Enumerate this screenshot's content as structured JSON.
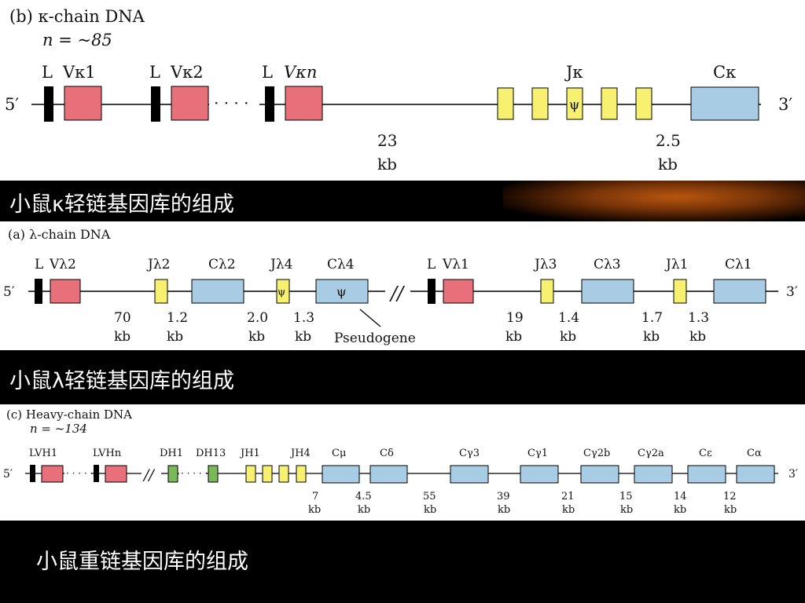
{
  "kappa": {
    "title": "(b) κ-chain DNA",
    "n_label": "n = ~85",
    "five_prime": "5′",
    "three_prime": "3′",
    "ellipsis": "· · · ·",
    "genes": [
      {
        "leader": "L",
        "label": "Vκ1"
      },
      {
        "leader": "L",
        "label": "Vκ2"
      },
      {
        "leader": "L",
        "label": "Vκn"
      }
    ],
    "j_label": "Jκ",
    "j_pseudo": "ψ",
    "c_label": "Cκ",
    "distances": [
      {
        "value": "23",
        "unit": "kb"
      },
      {
        "value": "2.5",
        "unit": "kb"
      }
    ],
    "caption": "小鼠κ轻链基因库的组成"
  },
  "lambda": {
    "title": "(a) λ-chain DNA",
    "five_prime": "5′",
    "three_prime": "3′",
    "break_mark": "//",
    "leader": "L",
    "labels": {
      "v2": "Vλ2",
      "j2": "Jλ2",
      "c2": "Cλ2",
      "j4": "Jλ4",
      "c4": "Cλ4",
      "v1": "Vλ1",
      "j3": "Jλ3",
      "c3": "Cλ3",
      "j1": "Jλ1",
      "c1": "Cλ1"
    },
    "pseudo": "ψ",
    "distances": [
      {
        "value": "70",
        "unit": "kb"
      },
      {
        "value": "1.2",
        "unit": "kb"
      },
      {
        "value": "2.0",
        "unit": "kb"
      },
      {
        "value": "1.3",
        "unit": "kb"
      },
      {
        "value": "19",
        "unit": "kb"
      },
      {
        "value": "1.4",
        "unit": "kb"
      },
      {
        "value": "1.7",
        "unit": "kb"
      },
      {
        "value": "1.3",
        "unit": "kb"
      }
    ],
    "pseudogene_label": "Pseudogene",
    "caption": "小鼠λ轻链基因库的组成"
  },
  "heavy": {
    "title": "(c) Heavy-chain DNA",
    "n_label": "n = ~134",
    "five_prime": "5′",
    "three_prime": "3′",
    "break_mark": "//",
    "dots": "· · · · ·",
    "labels": {
      "lv1": "LVH1",
      "lvn": "LVHn",
      "dh1": "DH1",
      "dh13": "DH13",
      "jh1": "JH1",
      "jh4": "JH4"
    },
    "constants": [
      "Cμ",
      "Cδ",
      "Cγ3",
      "Cγ1",
      "Cγ2b",
      "Cγ2a",
      "Cε",
      "Cα"
    ],
    "distances": [
      {
        "value": "7",
        "unit": "kb"
      },
      {
        "value": "4.5",
        "unit": "kb"
      },
      {
        "value": "55",
        "unit": "kb"
      },
      {
        "value": "39",
        "unit": "kb"
      },
      {
        "value": "21",
        "unit": "kb"
      },
      {
        "value": "15",
        "unit": "kb"
      },
      {
        "value": "14",
        "unit": "kb"
      },
      {
        "value": "12",
        "unit": "kb"
      }
    ],
    "caption": "小鼠重链基因库的组成"
  },
  "colors": {
    "v_segment": "#e8707a",
    "j_segment": "#f8f070",
    "c_segment": "#a8cce4",
    "d_segment": "#7ab85a",
    "leader": "#000000"
  }
}
